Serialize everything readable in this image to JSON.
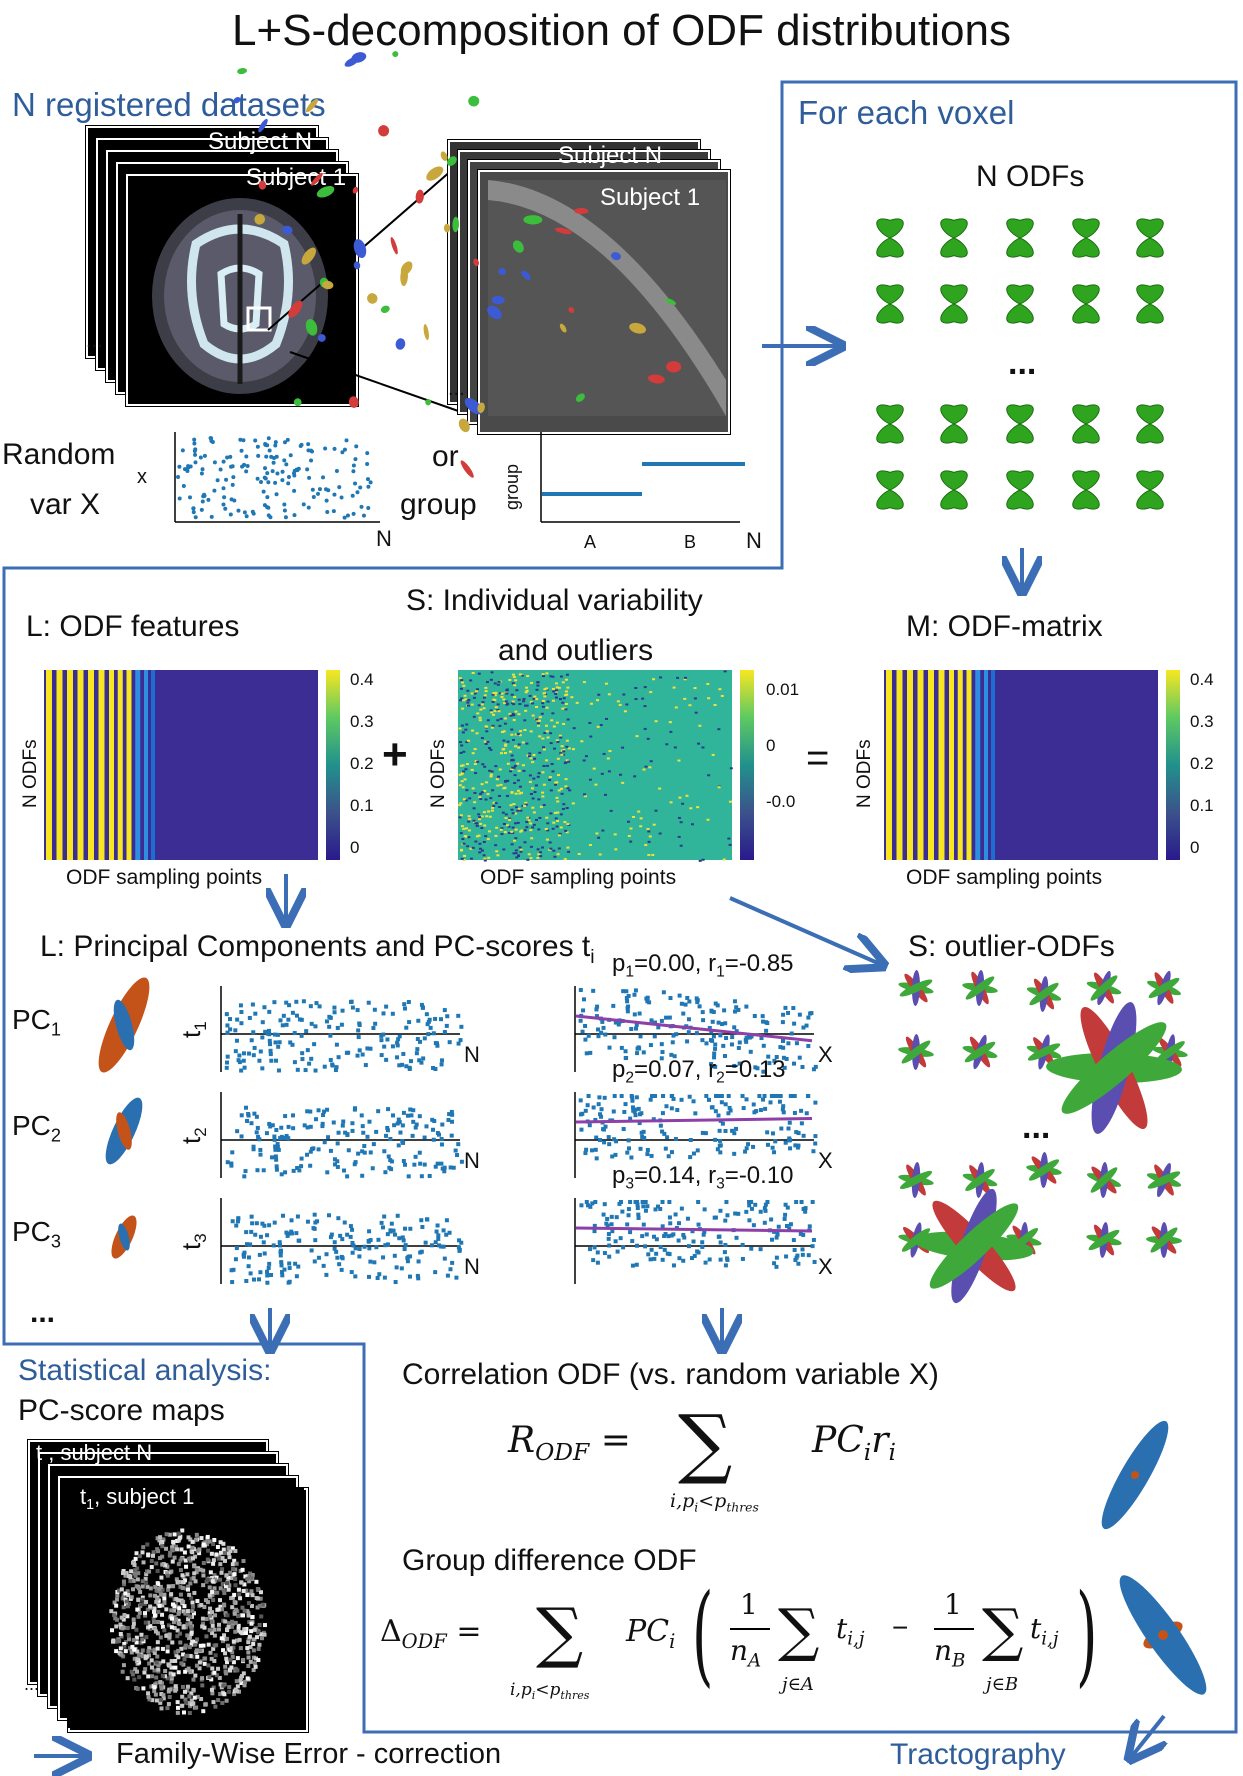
{
  "title": "L+S-decomposition of ODF distributions",
  "datasets": {
    "heading": "N registered datasets",
    "subject_n": "Subject N",
    "subject_1": "Subject 1",
    "ellipsis": "...",
    "random_label": "Random\nvar X",
    "random_label_l1": "Random",
    "random_label_l2": "var X",
    "x_axis_label": "x",
    "n_label": "N",
    "or_label": "or",
    "group_label": "group",
    "group_axis": "group",
    "group_a": "A",
    "group_b": "B"
  },
  "voxel": {
    "heading": "For each voxel",
    "n_odfs": "N ODFs",
    "ellipsis": "..."
  },
  "matrices": {
    "l_title": "L: ODF features",
    "s_title_l1": "S: Individual variability",
    "s_title_l2": "and outliers",
    "m_title": "M: ODF-matrix",
    "ylabel": "N ODFs",
    "xlabel": "ODF sampling points",
    "plus": "+",
    "equals": "=",
    "l_ticks": [
      "0.4",
      "0.3",
      "0.2",
      "0.1",
      "0"
    ],
    "s_ticks": [
      "0.01",
      "0",
      "-0.0"
    ],
    "m_ticks": [
      "0.4",
      "0.3",
      "0.2",
      "0.1",
      "0"
    ]
  },
  "pc": {
    "heading": "L: Principal Components and PC-scores t",
    "heading_sub": "i",
    "rows": [
      {
        "pc": "PC",
        "idx": "1",
        "t": "t",
        "stats": "p",
        "p_val": "=0.00, r",
        "r_val": "=-0.85"
      },
      {
        "pc": "PC",
        "idx": "2",
        "t": "t",
        "stats": "p",
        "p_val": "=0.07, r",
        "r_val": "=0.13"
      },
      {
        "pc": "PC",
        "idx": "3",
        "t": "t",
        "stats": "p",
        "p_val": "=0.14, r",
        "r_val": "=-0.10"
      }
    ],
    "n_label": "N",
    "x_label": "X",
    "ellipsis": "..."
  },
  "outliers": {
    "heading": "S: outlier-ODFs",
    "ellipsis": "..."
  },
  "stats": {
    "heading_l1": "Statistical analysis:",
    "heading_l2": "PC-score maps",
    "card_back": "t , subject N",
    "card_front_t": "t",
    "card_front_sub": "1",
    "card_front_rest": ", subject 1",
    "ellipsis": "...",
    "fwe": "Family-Wise Error - correction"
  },
  "correlation": {
    "heading": "Correlation ODF (vs. random variable X)",
    "lhs": "R",
    "lhs_sub": "ODF",
    "eq": "=",
    "sum_sub": "i,p",
    "sum_sub2": "i",
    "sum_sub3": "<p",
    "sum_sub4": "thres",
    "term": "PC",
    "term_sub": "i",
    "term2": "r",
    "term2_sub": "i"
  },
  "group_diff": {
    "heading": "Group difference ODF",
    "lhs": "Δ",
    "lhs_sub": "ODF",
    "one": "1",
    "na": "n",
    "na_sub": "A",
    "nb": "n",
    "nb_sub": "B",
    "jA": "j∈A",
    "jB": "j∈B",
    "t": "t",
    "t_sub": "i,j",
    "minus": "−"
  },
  "tractography": "Tractography",
  "colors": {
    "accent": "#3b6eb4",
    "heading_blue": "#2e5d9a",
    "odf_green": "#2fa51f",
    "pc_orange": "#c4531a",
    "pc_blue": "#2a6fb0",
    "scatter_blue": "#1f77b4",
    "fit_purple": "#8e3fa8"
  }
}
